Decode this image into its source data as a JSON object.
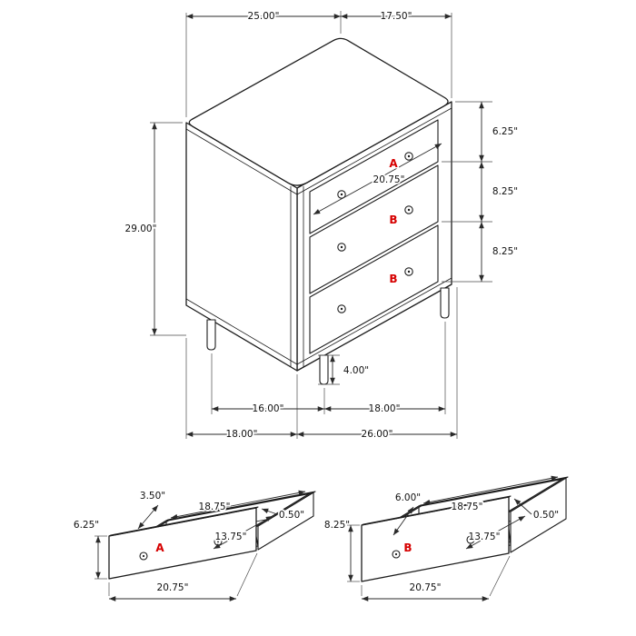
{
  "colors": {
    "outline": "#1c1c1c",
    "dimension_line": "#2a2a2a",
    "drawer_label": "#d60000",
    "background": "#ffffff"
  },
  "main_view": {
    "top_width": "25.00\"",
    "top_depth": "17.50\"",
    "overall_height": "29.00\"",
    "top_drawer_height": "6.25\"",
    "middle_drawer_height": "8.25\"",
    "bottom_drawer_height": "8.25\"",
    "drawer_front_width": "20.75\"",
    "top_drawer_label": "A",
    "middle_drawer_label": "B",
    "bottom_drawer_label": "B",
    "leg_height": "4.00\"",
    "leg_span_depth": "16.00\"",
    "leg_span_width": "18.00\"",
    "base_depth": "18.00\"",
    "base_width": "26.00\""
  },
  "drawer_a_view": {
    "label": "A",
    "side_height": "3.50\"",
    "interior_width": "18.75\"",
    "panel_thickness": "0.50\"",
    "interior_depth": "13.75\"",
    "front_height": "6.25\"",
    "front_width": "20.75\""
  },
  "drawer_b_view": {
    "label": "B",
    "side_height": "6.00\"",
    "interior_width": "18.75\"",
    "panel_thickness": "0.50\"",
    "interior_depth": "13.75\"",
    "front_height": "8.25\"",
    "front_width": "20.75\""
  }
}
